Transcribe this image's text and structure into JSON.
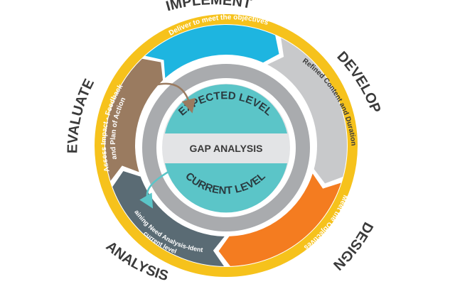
{
  "phases": {
    "implement": {
      "title": "IMPLEMENT",
      "text": "Deliver to meet the objectives"
    },
    "develop": {
      "title": "DEVELOP",
      "text": "Refined Content and Duration"
    },
    "design": {
      "title": "DESIGN",
      "text": "Meet the Objectives"
    },
    "analysis": {
      "title": "ANALYSIS",
      "text_line1": "Training Need Analysis-Identify",
      "text_line2": "current level"
    },
    "evaluate": {
      "title": "EVALUATE",
      "text_line1": "Assess Impact - Feedback",
      "text_line2": "and Plan of Action"
    }
  },
  "center": {
    "expected": "EXPECTED LEVEL",
    "gap": "GAP ANALYSIS",
    "current": "CURRENT LEVEL"
  },
  "colors": {
    "implement": "#1eb5e0",
    "develop": "#c8c9cb",
    "design": "#f47c20",
    "analysis": "#5a6b74",
    "evaluate": "#9a7b60",
    "outer_ring": "#f6c21c",
    "inner_ring": "#a9abae",
    "teal": "#5bc5c8",
    "center_bg": "#e3e4e6"
  }
}
